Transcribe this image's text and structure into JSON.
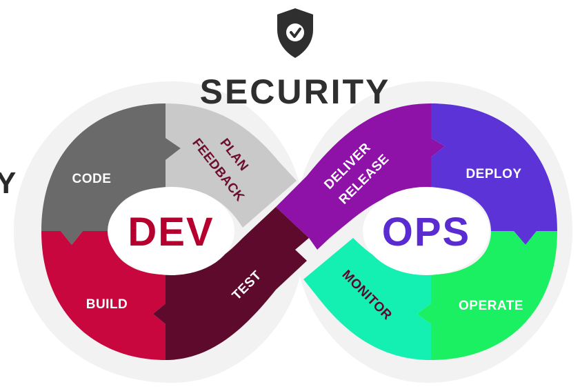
{
  "diagram": {
    "header": {
      "title": "SECURITY",
      "icon": "shield-check-icon"
    },
    "left_edge_text": "Y",
    "centers": {
      "dev": "DEV",
      "ops": "OPS"
    },
    "segments": {
      "code": "CODE",
      "plan_feedback": [
        "PLAN",
        "FEEDBACK"
      ],
      "build": "BUILD",
      "test": "TEST",
      "deliver_release": [
        "DELIVER",
        "RELEASE"
      ],
      "deploy": "DEPLOY",
      "operate": "OPERATE",
      "monitor": "MONITOR"
    },
    "colors": {
      "code": "#6a6a6a",
      "plan_feedback": "#c9c9c9",
      "build": "#c8073f",
      "test": "#5e0a2c",
      "deliver_release": "#8e11a8",
      "deploy": "#5b33d6",
      "operate": "#1af061",
      "monitor": "#14f0b2",
      "dev_text": "#b5002f",
      "ops_text": "#5a2bd0",
      "outline": "#ededed"
    }
  }
}
